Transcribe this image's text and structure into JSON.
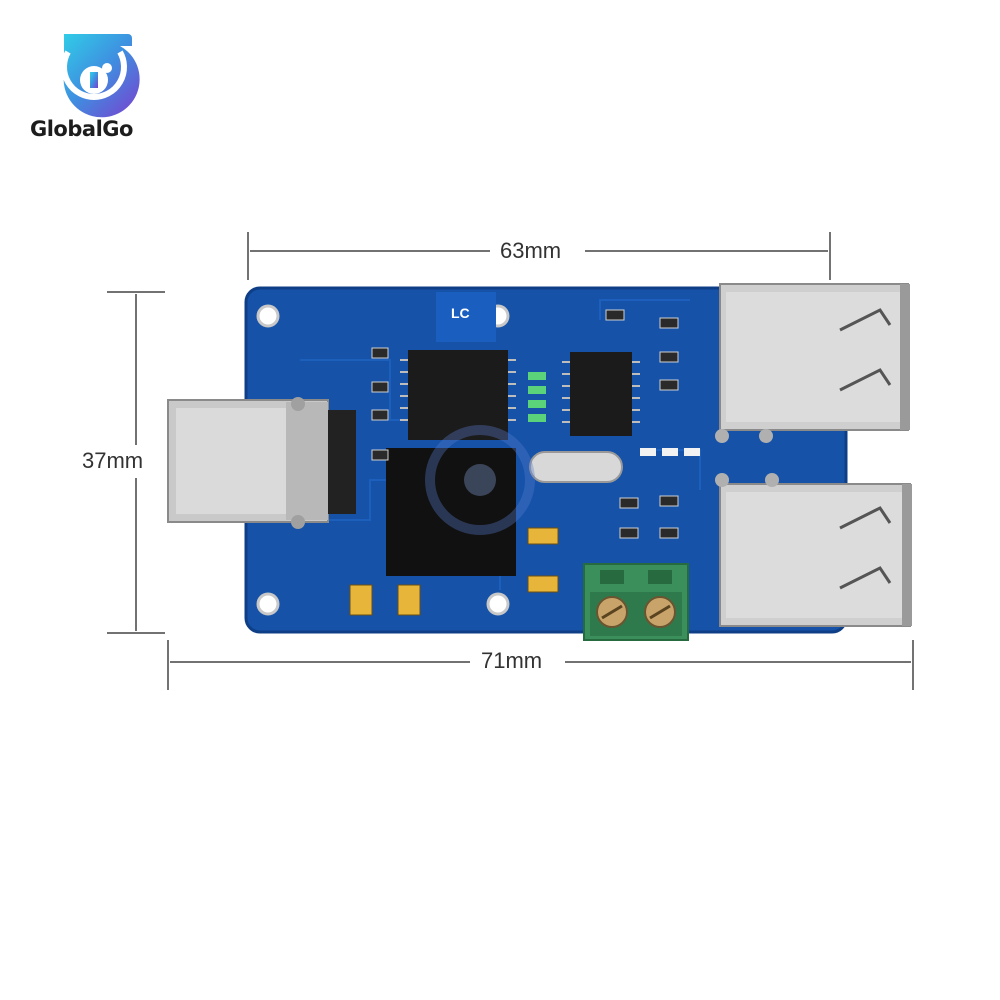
{
  "brand": {
    "name": "GlobalGo",
    "colors": {
      "logo_start": "#3fc1e6",
      "logo_end": "#7b3fcf"
    }
  },
  "dimensions": {
    "width_board": "63mm",
    "height": "37mm",
    "width_total": "71mm"
  },
  "board": {
    "silkscreen_text": "LC",
    "colors": {
      "pcb": "#1552a8",
      "connector": "#3a8f5a",
      "metal": "#d0d0d0"
    }
  }
}
